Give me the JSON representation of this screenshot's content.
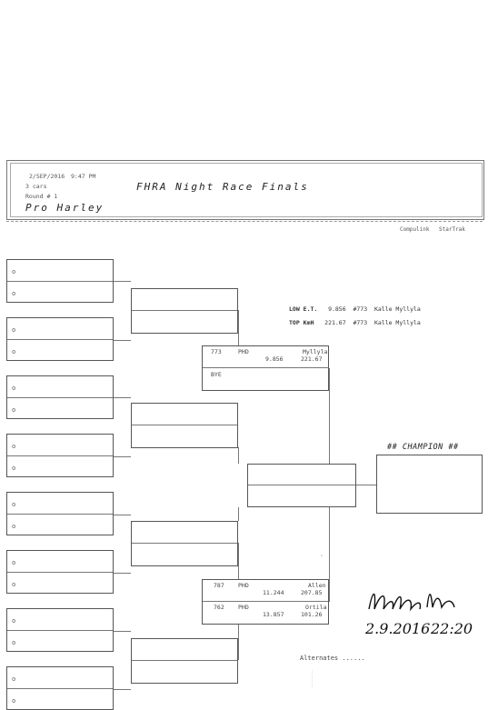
{
  "header": {
    "date": "2/SEP/2016",
    "time": "9:47 PM",
    "cars": "3 cars",
    "round": "Round # 1",
    "title": "FHRA Night Race Finals",
    "class_name": "Pro Harley",
    "software_a": "Compulink",
    "software_b": "StarTrak"
  },
  "records": {
    "low_et_label": "LOW E.T.",
    "low_et_value": "9.856",
    "low_et_car": "#773",
    "low_et_driver": "Kalle Myllyla",
    "top_kmh_label": "TOP KmH",
    "top_kmh_value": "221.67",
    "top_kmh_car": "#773",
    "top_kmh_driver": "Kalle Myllyla"
  },
  "round1_slot_mark": "o",
  "round3": {
    "top": {
      "car": "773",
      "cls": "PHD",
      "driver": "Myllyla",
      "et": "9.856",
      "speed": "221.67",
      "bye": "BYE"
    },
    "bottom_a": {
      "car": "787",
      "cls": "PHD",
      "driver": "Allen",
      "et": "11.244",
      "speed": "207.85"
    },
    "bottom_b": {
      "car": "762",
      "cls": "PHD",
      "driver": "Ortila",
      "et": "13.857",
      "speed": "101.26"
    }
  },
  "champion_label": "## CHAMPION ##",
  "alternates_label": "Alternates ......",
  "signature": {
    "date": "2.9.2016",
    "time": "22:20"
  }
}
